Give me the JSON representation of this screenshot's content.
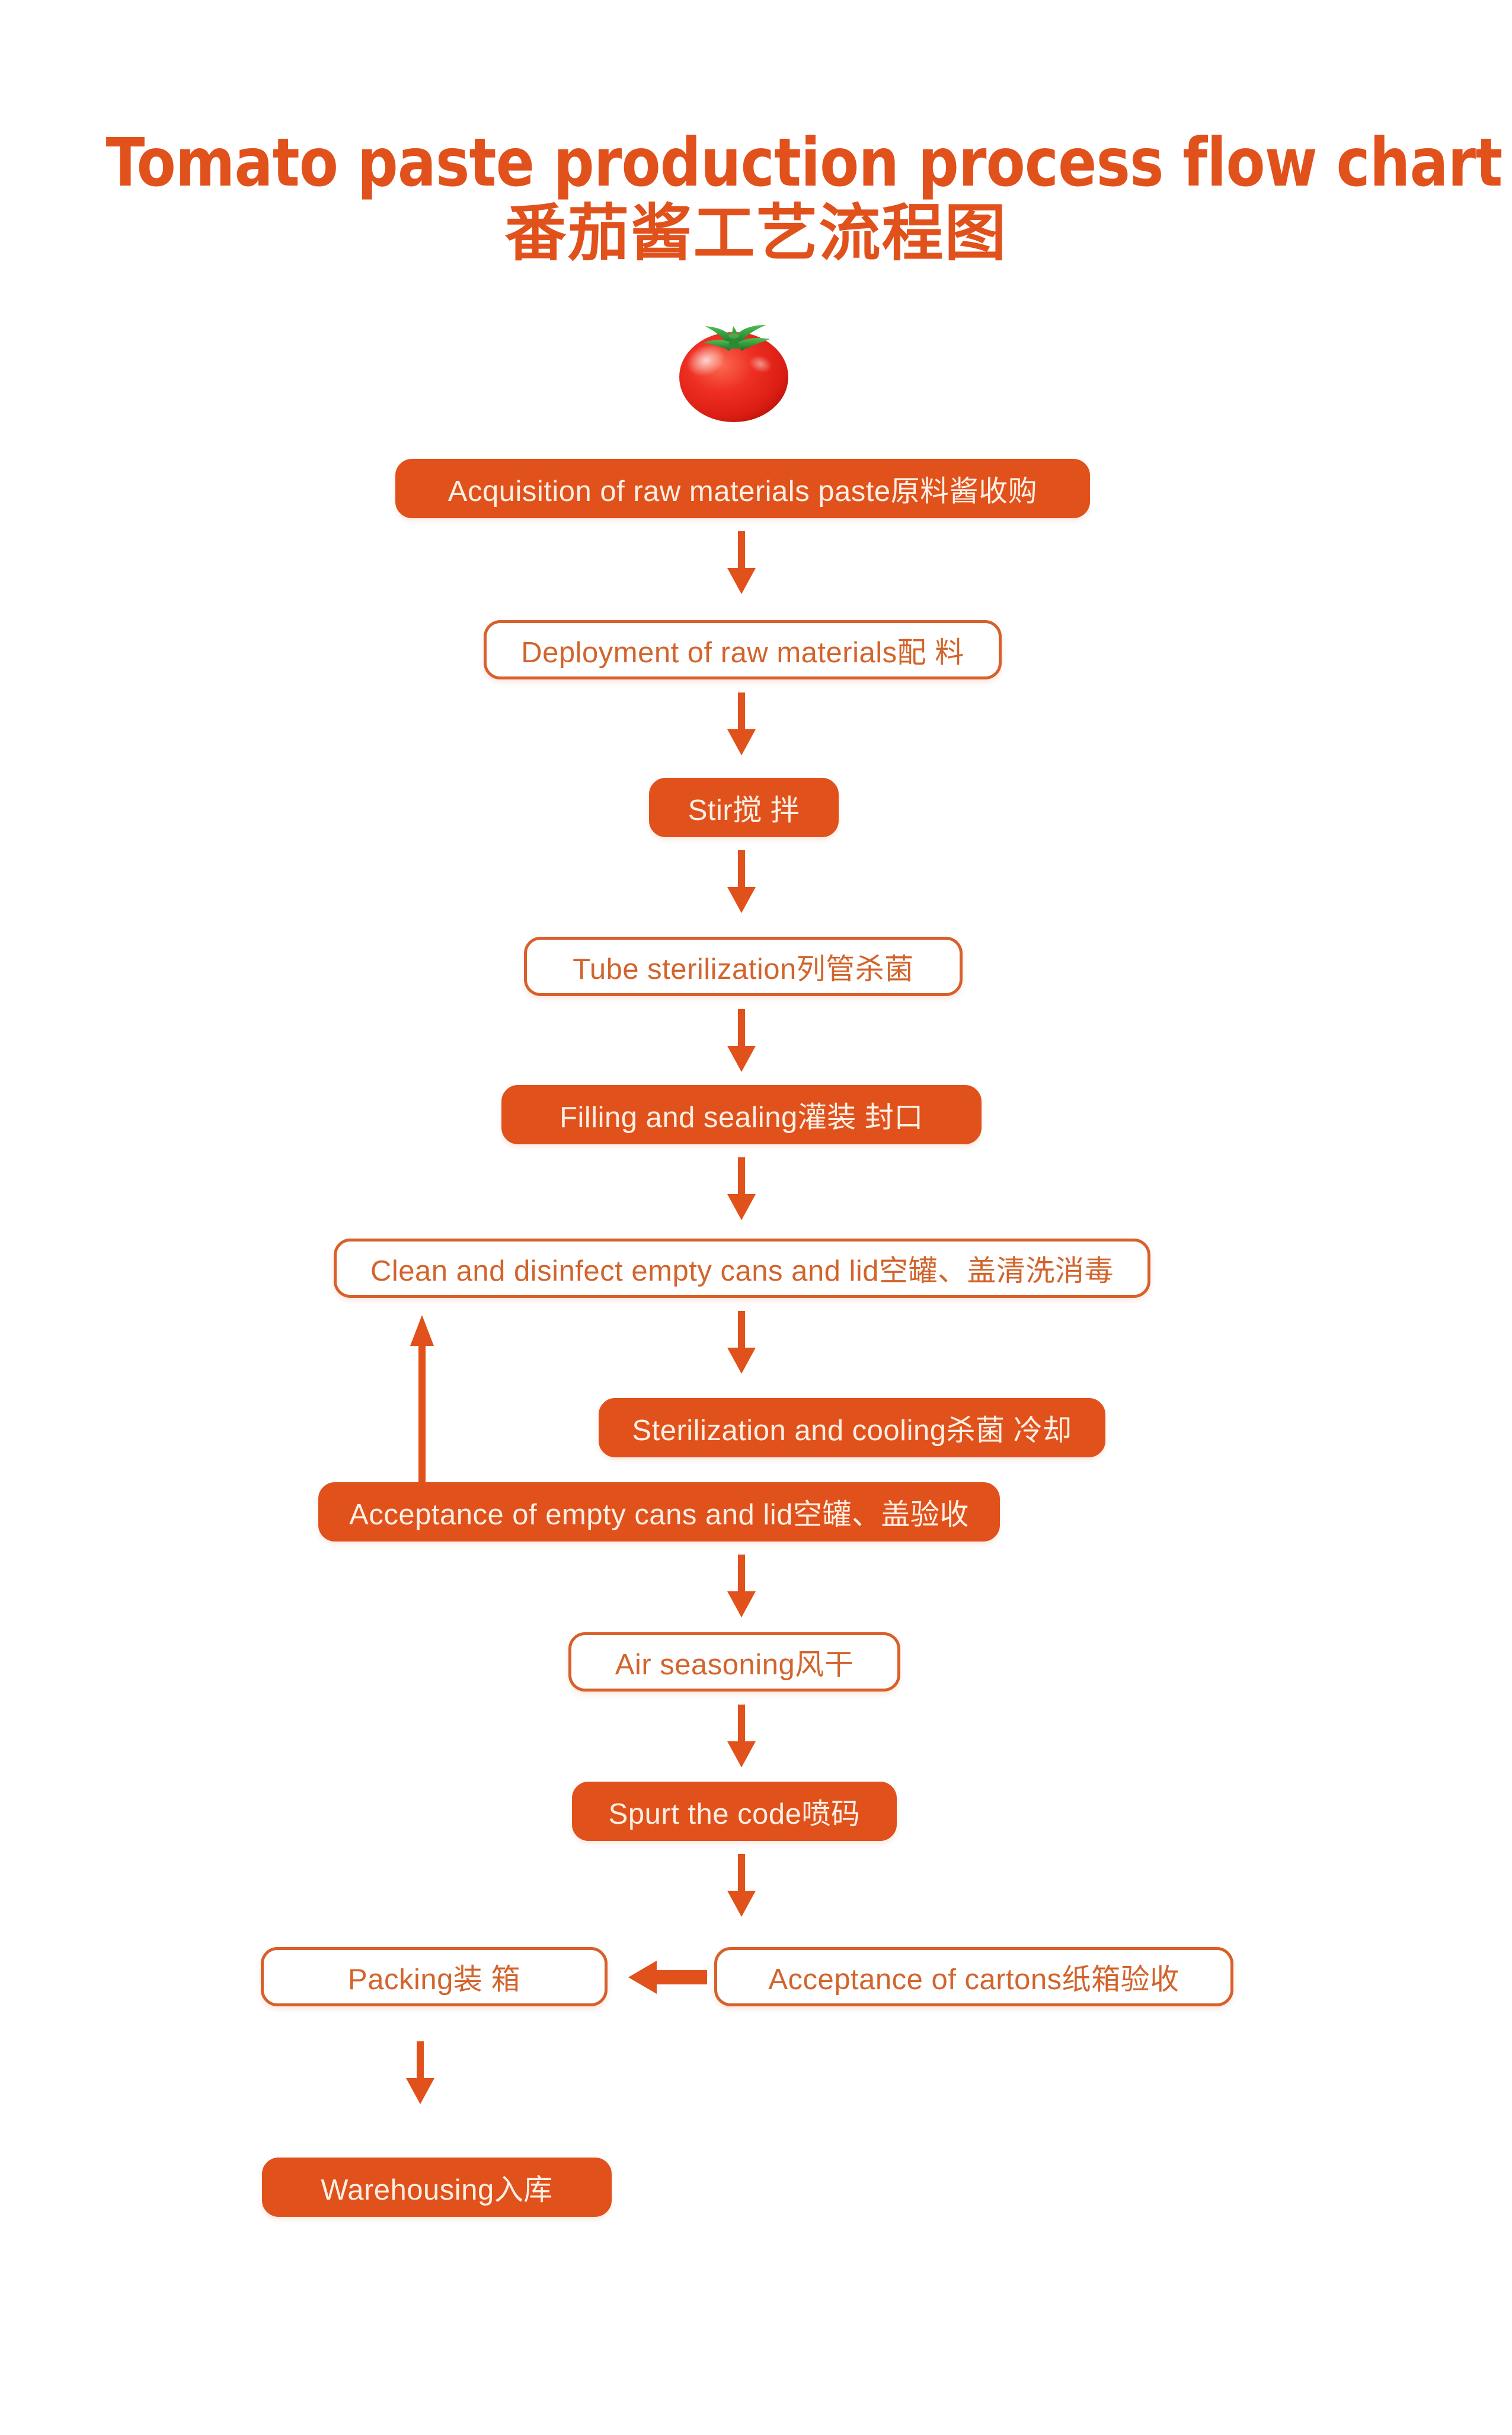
{
  "header": {
    "title_en": "Tomato paste production process flow chart",
    "title_zh": "番茄酱工艺流程图",
    "hero_icon": "tomato-illustration"
  },
  "theme": {
    "accent": "#E1511C",
    "accent_border": "#D8602A",
    "filled_text": "#FDEFE4",
    "outline_text": "#D2642C",
    "background": "#FFFFFF",
    "tomato_red": "#E8291F",
    "tomato_stem_green": "#2E8B3C"
  },
  "chart_data": {
    "type": "flowchart",
    "title": "Tomato paste production process flow chart 番茄酱工艺流程图",
    "orientation": "top-to-bottom",
    "nodes": [
      {
        "id": "n1",
        "label": "Acquisition of raw materials paste原料酱收购",
        "style": "filled"
      },
      {
        "id": "n2",
        "label": "Deployment of raw materials配  料",
        "style": "outline"
      },
      {
        "id": "n3",
        "label": "Stir搅  拌",
        "style": "filled"
      },
      {
        "id": "n4",
        "label": "Tube sterilization列管杀菌",
        "style": "outline"
      },
      {
        "id": "n5",
        "label": "Filling and sealing灌装 封口",
        "style": "filled"
      },
      {
        "id": "n6",
        "label": "Clean and disinfect empty cans and lid空罐、盖清洗消毒",
        "style": "outline"
      },
      {
        "id": "n7",
        "label": "Sterilization and cooling杀菌 冷却",
        "style": "filled"
      },
      {
        "id": "n8",
        "label": "Acceptance of empty cans and lid空罐、盖验收",
        "style": "filled"
      },
      {
        "id": "n9",
        "label": "Air seasoning风干",
        "style": "outline"
      },
      {
        "id": "n10",
        "label": "Spurt the code喷码",
        "style": "filled"
      },
      {
        "id": "n11",
        "label": "Packing装  箱",
        "style": "outline"
      },
      {
        "id": "n12",
        "label": "Acceptance of cartons纸箱验收",
        "style": "outline"
      },
      {
        "id": "n13",
        "label": "Warehousing入库",
        "style": "filled"
      }
    ],
    "edges": [
      {
        "from": "n1",
        "to": "n2",
        "direction": "down"
      },
      {
        "from": "n2",
        "to": "n3",
        "direction": "down"
      },
      {
        "from": "n3",
        "to": "n4",
        "direction": "down"
      },
      {
        "from": "n4",
        "to": "n5",
        "direction": "down"
      },
      {
        "from": "n5",
        "to": "n6",
        "direction": "down"
      },
      {
        "from": "n6",
        "to": "n7",
        "direction": "down"
      },
      {
        "from": "n8",
        "to": "n6",
        "direction": "up"
      },
      {
        "from": "n7",
        "to": "n9",
        "direction": "down"
      },
      {
        "from": "n9",
        "to": "n10",
        "direction": "down"
      },
      {
        "from": "n10",
        "to": "n12",
        "direction": "down"
      },
      {
        "from": "n12",
        "to": "n11",
        "direction": "left"
      },
      {
        "from": "n11",
        "to": "n13",
        "direction": "down"
      }
    ]
  }
}
